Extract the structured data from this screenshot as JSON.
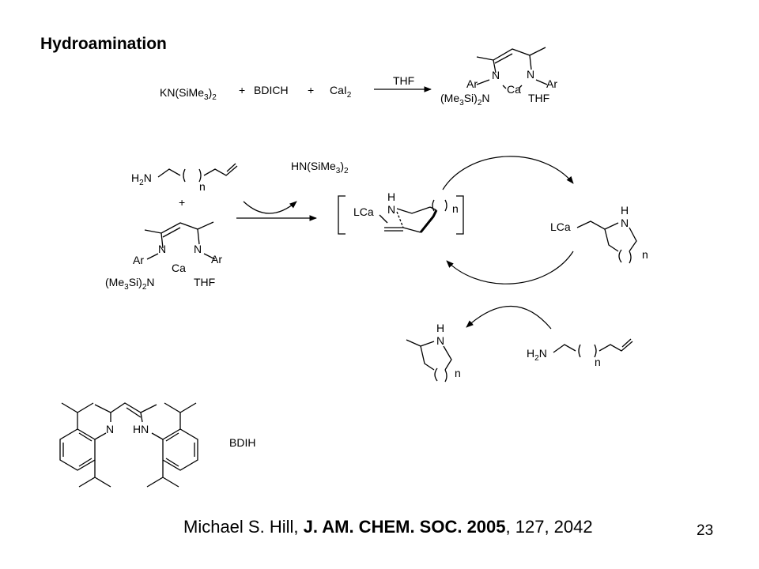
{
  "title": "Hydroamination",
  "page_number": "23",
  "citation": {
    "author": "Michael S. Hill, ",
    "journal": "J. AM. CHEM. SOC. 2005",
    "rest": ", 127, 2042"
  },
  "reaction1": {
    "reagent_a": "KN(SiMe",
    "reagent_a_sub": "3",
    "reagent_a_close": ")",
    "reagent_a_sub2": "2",
    "plus": "+",
    "reagent_b": "BDICH",
    "reagent_c": "CaI",
    "reagent_c_sub": "2",
    "solvent": "THF"
  },
  "labels": {
    "ar": "Ar",
    "n": "N",
    "ca": "Ca",
    "thf": "THF",
    "me3si2n_a": "(Me",
    "me3si2n_sub": "3",
    "me3si2n_b": "Si)",
    "me3si2n_sub2": "2",
    "me3si2n_c": "N",
    "h": "H",
    "h2n_a": "H",
    "h2n_sub": "2",
    "h2n_b": "N",
    "n_index": "n",
    "lca": "LCa",
    "byproduct_a": "HN(SiMe",
    "byproduct_sub": "3",
    "byproduct_b": ")",
    "byproduct_sub2": "2",
    "plus": "+",
    "hn": "HN",
    "bdih": "BDIH"
  }
}
